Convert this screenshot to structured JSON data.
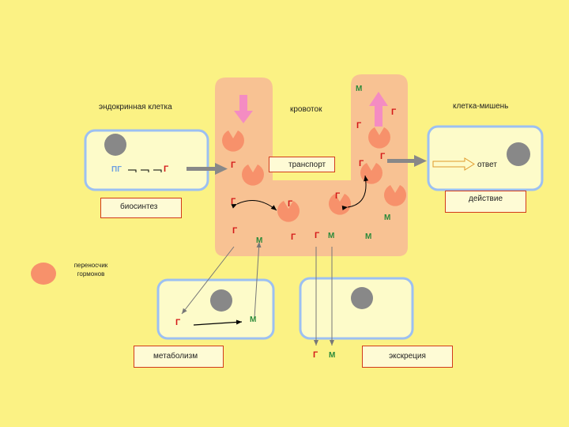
{
  "labels": {
    "endocrine_cell": "эндокринная клетка",
    "bloodstream": "кровоток",
    "target_cell": "клетка-мишень",
    "transport": "транспорт",
    "response": "ответ",
    "biosynthesis": "биосинтез",
    "action": "действие",
    "carrier_line1": "переносчик",
    "carrier_line2": "гормонов",
    "metabolism": "метаболизм",
    "excretion": "экскреция",
    "prohormone": "ПГ"
  },
  "symbols": {
    "hormone": "Г",
    "metabolite": "М"
  },
  "colors": {
    "background": "#fbf284",
    "blood_vessel": "#f8c293",
    "carrier": "#f7916b",
    "cell_fill": "#fdfbc9",
    "cell_border": "#9cc0f2",
    "nucleus": "#888888",
    "hormone": "#d41818",
    "metabolite": "#2b8a3a",
    "pink_arrow": "#f48cc2"
  },
  "icons": [
    "carrier-icon",
    "nucleus-icon",
    "arrow-icon"
  ]
}
